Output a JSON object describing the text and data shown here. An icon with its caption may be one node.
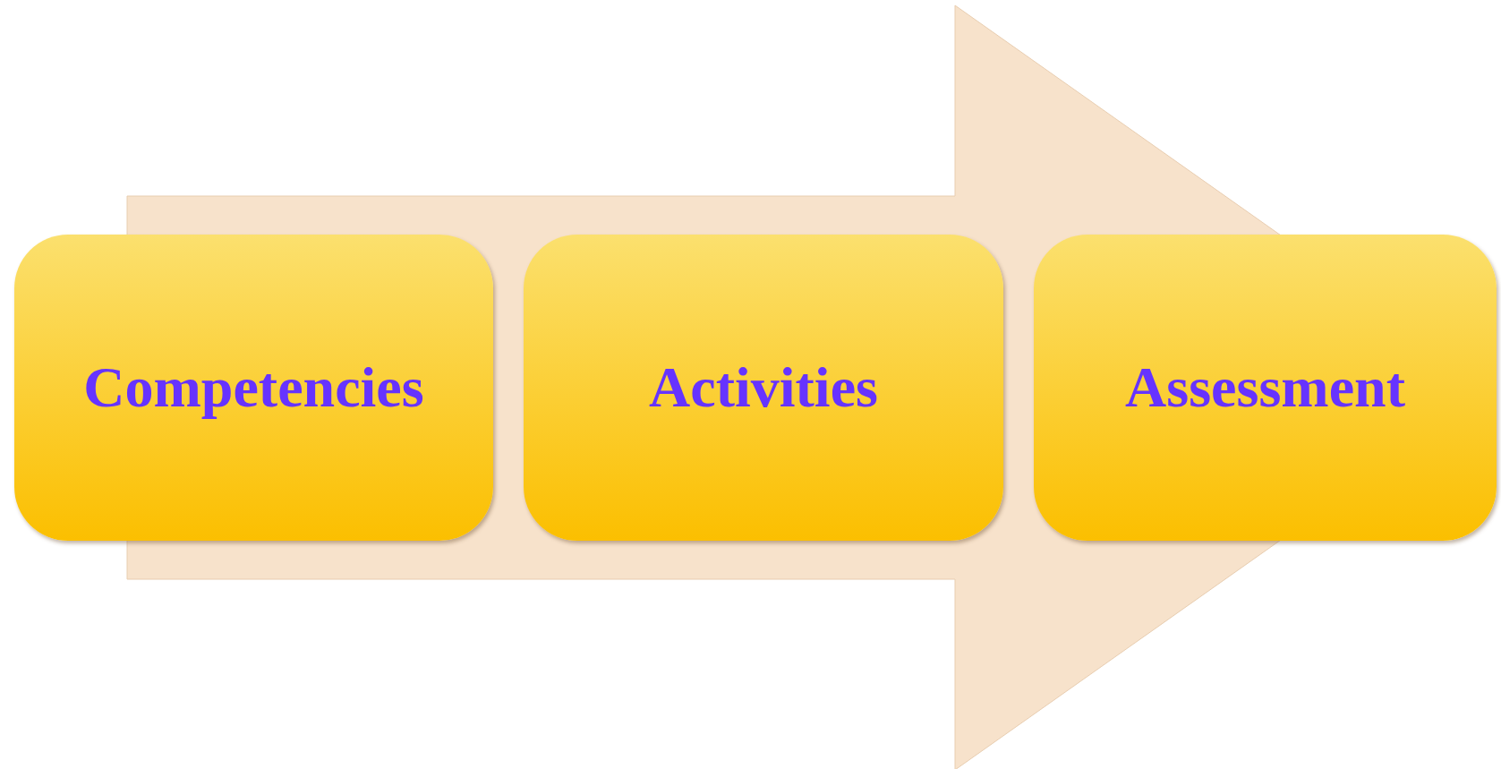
{
  "diagram": {
    "nodes": [
      {
        "text": [
          "Competencies"
        ]
      },
      {
        "text": [
          "Activities"
        ]
      },
      {
        "text": [
          "Assessment"
        ]
      }
    ],
    "edges": [
      {
        "from": 0,
        "to": 2,
        "arrow": "to"
      }
    ]
  }
}
